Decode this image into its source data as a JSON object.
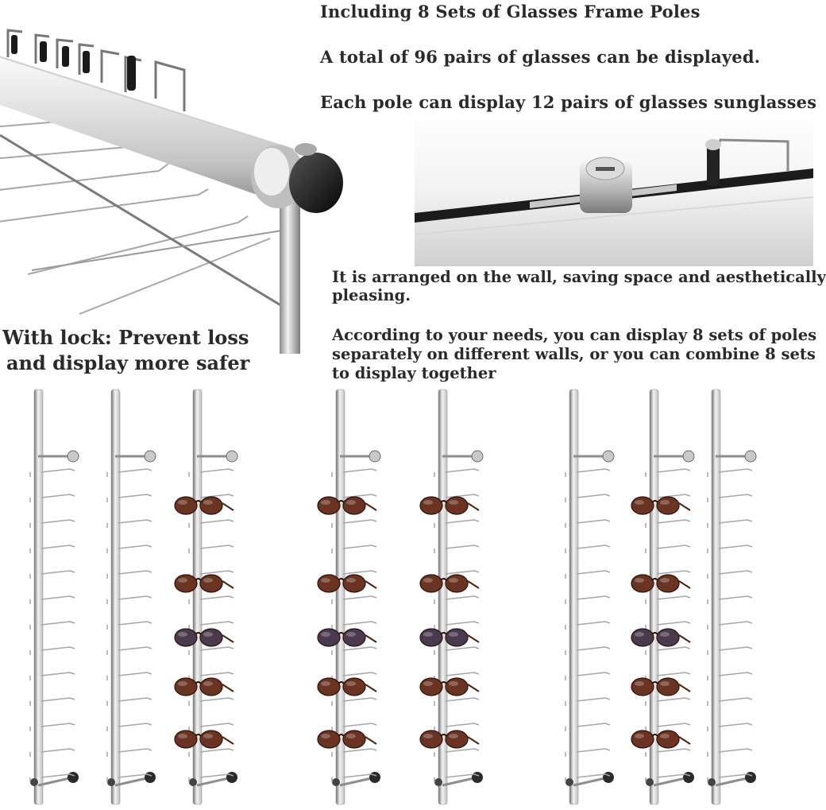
{
  "headline": {
    "line1": "Including 8 Sets of Glasses Frame Poles",
    "line2": "A total of 96 pairs of glasses can be displayed.",
    "line3": "Each pole can display 12 pairs of glasses sunglasses"
  },
  "wall_note": {
    "line1": "It is arranged on the wall, saving space and aesthetically",
    "line2": "pleasing."
  },
  "combine_note": {
    "line1": "According to your needs, you can display 8 sets of poles",
    "line2": "separately on different walls, or you can combine 8 sets",
    "line3": "to display together"
  },
  "lock_caption": {
    "line1": "With lock: Prevent loss",
    "line2": "and display more safer"
  },
  "poles": [
    {
      "glasses": false
    },
    {
      "glasses": false
    },
    {
      "glasses": true
    },
    {
      "glasses": true
    },
    {
      "glasses": true
    },
    {
      "glasses": false
    },
    {
      "glasses": true
    },
    {
      "glasses": false
    }
  ],
  "colors": {
    "text": "#2a2a2a",
    "chrome_light": "#f4f4f4",
    "chrome_mid": "#bdbdbd",
    "chrome_dark": "#6e6e6e",
    "lens_brown": "#6b3322",
    "lens_purple": "#4a3a4e"
  }
}
